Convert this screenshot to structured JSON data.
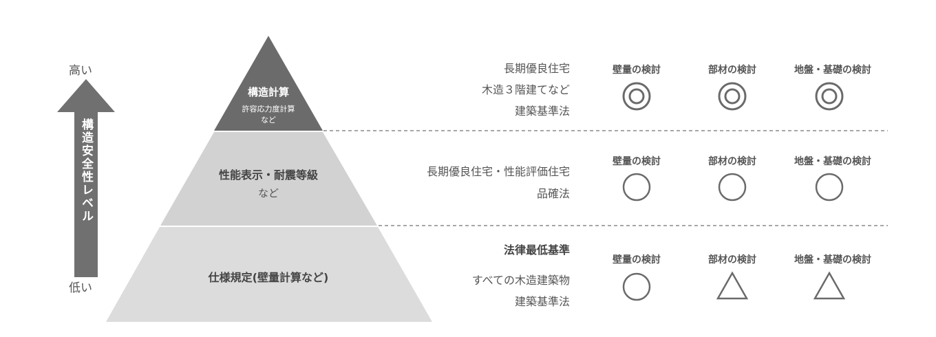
{
  "scale": {
    "high": "高い",
    "low": "低い",
    "arrow_label": "構造安全性レベル"
  },
  "pyramid": {
    "top": {
      "main": "構造計算",
      "sub1": "許容応力度計算",
      "sub2": "など"
    },
    "middle": {
      "main": "性能表示・耐震等級",
      "sub": "など"
    },
    "bottom": {
      "main": "仕様規定(壁量計算など)"
    }
  },
  "tiers": [
    {
      "lines": [
        "長期優良住宅",
        "木造３階建てなど",
        "建築基準法"
      ],
      "checks": [
        {
          "label": "壁量の検討",
          "symbol": "double-circle"
        },
        {
          "label": "部材の検討",
          "symbol": "double-circle"
        },
        {
          "label": "地盤・基礎の検討",
          "symbol": "double-circle"
        }
      ]
    },
    {
      "lines": [
        "長期優良住宅・性能評価住宅",
        "品確法"
      ],
      "checks": [
        {
          "label": "壁量の検討",
          "symbol": "circle"
        },
        {
          "label": "部材の検討",
          "symbol": "circle"
        },
        {
          "label": "地盤・基礎の検討",
          "symbol": "circle"
        }
      ]
    },
    {
      "lines": [
        "法律最低基準",
        "すべての木造建築物",
        "建築基準法"
      ],
      "checks": [
        {
          "label": "壁量の検討",
          "symbol": "circle"
        },
        {
          "label": "部材の検討",
          "symbol": "triangle"
        },
        {
          "label": "地盤・基礎の検討",
          "symbol": "triangle"
        }
      ]
    }
  ],
  "colors": {
    "arrow": "#707070",
    "top": "#6b6b6b",
    "middle": "#d2d2d2",
    "bottom": "#dcdcdc",
    "symbol": "#6a6a6a"
  }
}
